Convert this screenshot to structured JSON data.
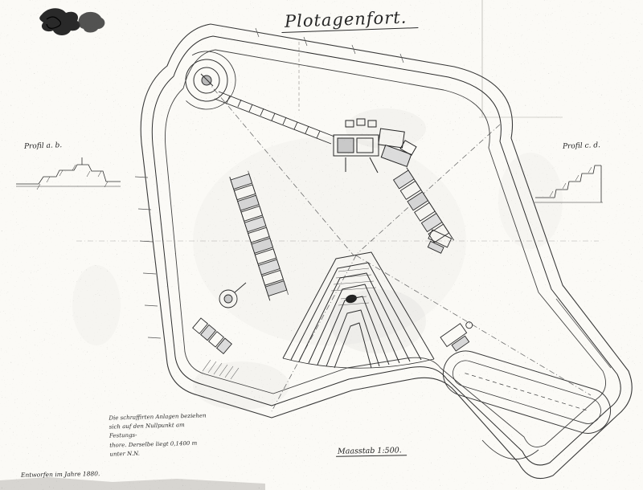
{
  "document": {
    "title": "Plotagenfort.",
    "profiles": {
      "left_label": "Profil a. b.",
      "right_label": "Profil c. d."
    },
    "notes_lines": [
      "Die schraffirten Anlagen beziehen",
      "sich auf den Nullpunkt am Festungs-",
      "thore. Derselbe liegt 0,1400 m unter N.N."
    ],
    "signature": "Entworfen im Jahre 1880.",
    "scale_label": "Maasstab 1:500.",
    "ink_color": "#2f2f2f",
    "paper_color": "#fbfaf6"
  }
}
